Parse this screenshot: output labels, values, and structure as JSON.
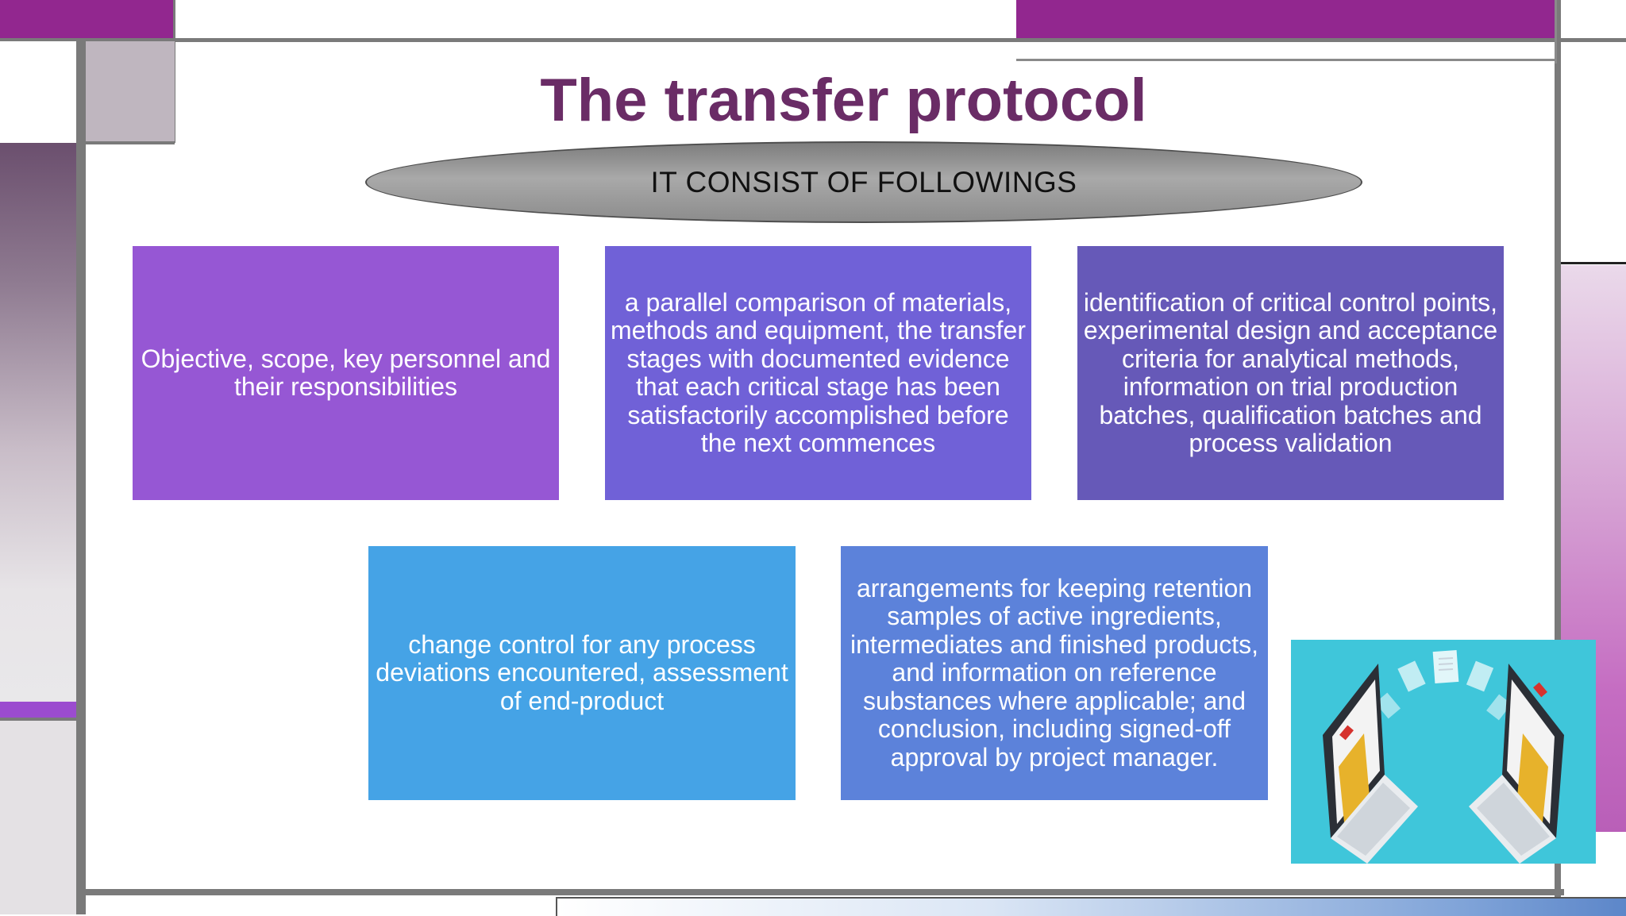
{
  "slide": {
    "title": "The transfer protocol",
    "subtitle": "IT CONSIST OF FOLLOWINGS",
    "boxes": [
      {
        "text": "Objective, scope,  key personnel and their responsibilities",
        "color": "#9657d4"
      },
      {
        "text": "a parallel comparison of materials, methods and equipment,  the transfer stages with documented evidence that each critical stage has been satisfactorily accomplished before the next commences",
        "color": "#7061d7"
      },
      {
        "text": "identification of critical control points,  experimental design and acceptance criteria for analytical methods, information on trial production batches, qualification batches and process validation",
        "color": "#6659b8"
      },
      {
        "text": "change control for any process deviations encountered, assessment of end-product",
        "color": "#45a3e6"
      },
      {
        "text": "arrangements for keeping retention samples of active ingredients, intermediates and finished products, and information on reference substances where applicable; and  conclusion, including signed-off approval by project manager.",
        "color": "#5c82da"
      }
    ],
    "illustration": {
      "icon": "file-transfer-laptops-icon",
      "background": "#3fc6da"
    }
  },
  "theme": {
    "accent": "#92278f",
    "title_color": "#6a2c66",
    "frame_gray": "#7a7a7a"
  }
}
